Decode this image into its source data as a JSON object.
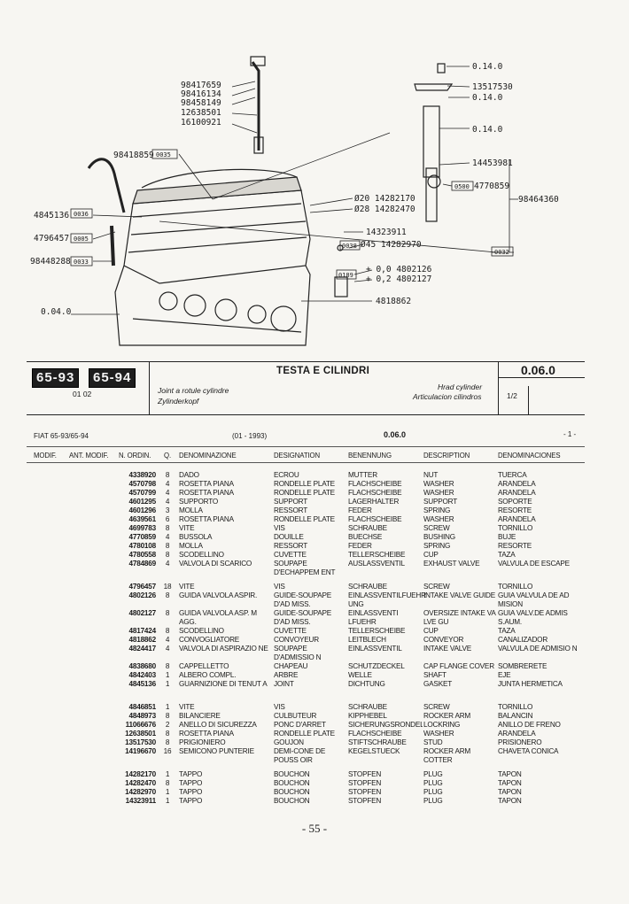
{
  "diagram": {
    "callouts": [
      {
        "id": "c1",
        "text": "98417659"
      },
      {
        "id": "c2",
        "text": "98416134"
      },
      {
        "id": "c3",
        "text": "98458149"
      },
      {
        "id": "c4",
        "text": "12638501"
      },
      {
        "id": "c5",
        "text": "16100921"
      },
      {
        "id": "c6",
        "text": "98418859"
      },
      {
        "id": "c7",
        "text": "4845136"
      },
      {
        "id": "c8",
        "text": "4796457"
      },
      {
        "id": "c9",
        "text": "98448288"
      },
      {
        "id": "c10",
        "text": "0.04.0"
      },
      {
        "id": "c11",
        "text": "0.14.0"
      },
      {
        "id": "c12",
        "text": "13517530"
      },
      {
        "id": "c13",
        "text": "0.14.0"
      },
      {
        "id": "c14",
        "text": "0.14.0"
      },
      {
        "id": "c15",
        "text": "14453981"
      },
      {
        "id": "c16",
        "text": "4770859"
      },
      {
        "id": "c17",
        "text": "98464360"
      },
      {
        "id": "c18",
        "text": "Ø20 14282170"
      },
      {
        "id": "c19",
        "text": "Ø28 14282470"
      },
      {
        "id": "c20",
        "text": "14323911"
      },
      {
        "id": "c21",
        "text": "Ø45 14282970"
      },
      {
        "id": "c22",
        "text": "+ 0,0 4802126"
      },
      {
        "id": "c23",
        "text": "+ 0,2 4802127"
      },
      {
        "id": "c24",
        "text": "4818862"
      }
    ],
    "boxes": [
      {
        "id": "b1",
        "text": "0035"
      },
      {
        "id": "b2",
        "text": "0036"
      },
      {
        "id": "b3",
        "text": "0005"
      },
      {
        "id": "b4",
        "text": "0033"
      },
      {
        "id": "b5",
        "text": "0500"
      },
      {
        "id": "b6",
        "text": "0038"
      },
      {
        "id": "b7",
        "text": "0189"
      },
      {
        "id": "b8",
        "text": "0032"
      }
    ]
  },
  "header": {
    "models": [
      "65-93",
      "65-94"
    ],
    "range": "01 02",
    "section_title": "TESTA E CILINDRI",
    "subtitle_it": "Joint a rotule cylindre",
    "subtitle_de": "Zylinderkopf",
    "subtitle_en": "Hrad cylinder",
    "subtitle_es": "Articulacion cilindros",
    "section_code": "0.06.0",
    "sheet": "1/2"
  },
  "ref_line": {
    "model": "FIAT 65-93/65-94",
    "date": "(01 - 1993)",
    "code": "0.06.0",
    "page": "- 1 -"
  },
  "columns": [
    "MODIF.",
    "ANT. MODIF.",
    "N. ORDIN.",
    "Q.",
    "DENOMINAZIONE",
    "DESIGNATION",
    "BENENNUNG",
    "DESCRIPTION",
    "DENOMINACIONES"
  ],
  "rows": [
    {
      "code": "4338920",
      "qty": "8",
      "it": "DADO",
      "fr": "ECROU",
      "de": "MUTTER",
      "en": "NUT",
      "es": "TUERCA"
    },
    {
      "code": "4570798",
      "qty": "4",
      "it": "ROSETTA PIANA",
      "fr": "RONDELLE PLATE",
      "de": "FLACHSCHEIBE",
      "en": "WASHER",
      "es": "ARANDELA"
    },
    {
      "code": "4570799",
      "qty": "4",
      "it": "ROSETTA PIANA",
      "fr": "RONDELLE PLATE",
      "de": "FLACHSCHEIBE",
      "en": "WASHER",
      "es": "ARANDELA"
    },
    {
      "code": "4601295",
      "qty": "4",
      "it": "SUPPORTO",
      "fr": "SUPPORT",
      "de": "LAGERHALTER",
      "en": "SUPPORT",
      "es": "SOPORTE"
    },
    {
      "code": "4601296",
      "qty": "3",
      "it": "MOLLA",
      "fr": "RESSORT",
      "de": "FEDER",
      "en": "SPRING",
      "es": "RESORTE"
    },
    {
      "code": "4639561",
      "qty": "6",
      "it": "ROSETTA PIANA",
      "fr": "RONDELLE PLATE",
      "de": "FLACHSCHEIBE",
      "en": "WASHER",
      "es": "ARANDELA"
    },
    {
      "code": "4699783",
      "qty": "8",
      "it": "VITE",
      "fr": "VIS",
      "de": "SCHRAUBE",
      "en": "SCREW",
      "es": "TORNILLO"
    },
    {
      "code": "4770859",
      "qty": "4",
      "it": "BUSSOLA",
      "fr": "DOUILLE",
      "de": "BUECHSE",
      "en": "BUSHING",
      "es": "BUJE"
    },
    {
      "code": "4780108",
      "qty": "8",
      "it": "MOLLA",
      "fr": "RESSORT",
      "de": "FEDER",
      "en": "SPRING",
      "es": "RESORTE"
    },
    {
      "code": "4780558",
      "qty": "8",
      "it": "SCODELLINO",
      "fr": "CUVETTE",
      "de": "TELLERSCHEIBE",
      "en": "CUP",
      "es": "TAZA"
    },
    {
      "code": "4784869",
      "qty": "4",
      "it": "VALVOLA DI SCARICO",
      "fr": "SOUPAPE D'ECHAPPEM ENT",
      "de": "AUSLASSVENTIL",
      "en": "EXHAUST VALVE",
      "es": "VALVULA DE ESCAPE"
    },
    {
      "code": "4796457",
      "qty": "18",
      "it": "VITE",
      "fr": "VIS",
      "de": "SCHRAUBE",
      "en": "SCREW",
      "es": "TORNILLO"
    },
    {
      "code": "4802126",
      "qty": "8",
      "it": "GUIDA VALVOLA ASPIR.",
      "fr": "GUIDE-SOUPAPE D'AD MISS.",
      "de": "EINLASSVENTILFUEHR UNG",
      "en": "INTAKE VALVE GUIDE",
      "es": "GUIA VALVULA DE AD MISION"
    },
    {
      "code": "4802127",
      "qty": "8",
      "it": "GUIDA VALVOLA ASP. M AGG.",
      "fr": "GUIDE-SOUPAPE D'AD MISS.",
      "de": "EINLASSVENTI LFUEHR",
      "en": "OVERSIZE INTAKE VA LVE GU",
      "es": "GUIA VALV.DE ADMIS S.AUM."
    },
    {
      "code": "4817424",
      "qty": "8",
      "it": "SCODELLINO",
      "fr": "CUVETTE",
      "de": "TELLERSCHEIBE",
      "en": "CUP",
      "es": "TAZA"
    },
    {
      "code": "4818862",
      "qty": "4",
      "it": "CONVOGLIATORE",
      "fr": "CONVOYEUR",
      "de": "LEITBLECH",
      "en": "CONVEYOR",
      "es": "CANALIZADOR"
    },
    {
      "code": "4824417",
      "qty": "4",
      "it": "VALVOLA DI ASPIRAZIO NE",
      "fr": "SOUPAPE D'ADMISSIO N",
      "de": "EINLASSVENTIL",
      "en": "INTAKE VALVE",
      "es": "VALVULA DE ADMISIO N"
    },
    {
      "code": "4838680",
      "qty": "8",
      "it": "CAPPELLETTO",
      "fr": "CHAPEAU",
      "de": "SCHUTZDECKEL",
      "en": "CAP FLANGE COVER",
      "es": "SOMBRERETE"
    },
    {
      "code": "4842403",
      "qty": "1",
      "it": "ALBERO COMPL.",
      "fr": "ARBRE",
      "de": "WELLE",
      "en": "SHAFT",
      "es": "EJE"
    },
    {
      "code": "4845136",
      "qty": "1",
      "it": "GUARNIZIONE DI TENUT A",
      "fr": "JOINT",
      "de": "DICHTUNG",
      "en": "GASKET",
      "es": "JUNTA HERMETICA"
    },
    {
      "code": "4846851",
      "qty": "1",
      "it": "VITE",
      "fr": "VIS",
      "de": "SCHRAUBE",
      "en": "SCREW",
      "es": "TORNILLO"
    },
    {
      "code": "4848973",
      "qty": "8",
      "it": "BILANCIERE",
      "fr": "CULBUTEUR",
      "de": "KIPPHEBEL",
      "en": "ROCKER ARM",
      "es": "BALANCIN"
    },
    {
      "code": "11066676",
      "qty": "2",
      "it": "ANELLO DI SICUREZZA",
      "fr": "PONC D'ARRET",
      "de": "SICHERUNGSRONDELLE",
      "en": "LOCKRING",
      "es": "ANILLO DE FRENO"
    },
    {
      "code": "12638501",
      "qty": "8",
      "it": "ROSETTA PIANA",
      "fr": "RONDELLE PLATE",
      "de": "FLACHSCHEIBE",
      "en": "WASHER",
      "es": "ARANDELA"
    },
    {
      "code": "13517530",
      "qty": "8",
      "it": "PRIGIONIERO",
      "fr": "GOUJON",
      "de": "STIFTSCHRAUBE",
      "en": "STUD",
      "es": "PRISIONERO"
    },
    {
      "code": "14196670",
      "qty": "16",
      "it": "SEMICONO PUNTERIE",
      "fr": "DEMI-CONE DE POUSS OIR",
      "de": "KEGELSTUECK",
      "en": "ROCKER ARM COTTER",
      "es": "CHAVETA CONICA"
    },
    {
      "code": "14282170",
      "qty": "1",
      "it": "TAPPO",
      "fr": "BOUCHON",
      "de": "STOPFEN",
      "en": "PLUG",
      "es": "TAPON"
    },
    {
      "code": "14282470",
      "qty": "8",
      "it": "TAPPO",
      "fr": "BOUCHON",
      "de": "STOPFEN",
      "en": "PLUG",
      "es": "TAPON"
    },
    {
      "code": "14282970",
      "qty": "1",
      "it": "TAPPO",
      "fr": "BOUCHON",
      "de": "STOPFEN",
      "en": "PLUG",
      "es": "TAPON"
    },
    {
      "code": "14323911",
      "qty": "1",
      "it": "TAPPO",
      "fr": "BOUCHON",
      "de": "STOPFEN",
      "en": "PLUG",
      "es": "TAPON"
    }
  ],
  "page_number": "- 55 -"
}
